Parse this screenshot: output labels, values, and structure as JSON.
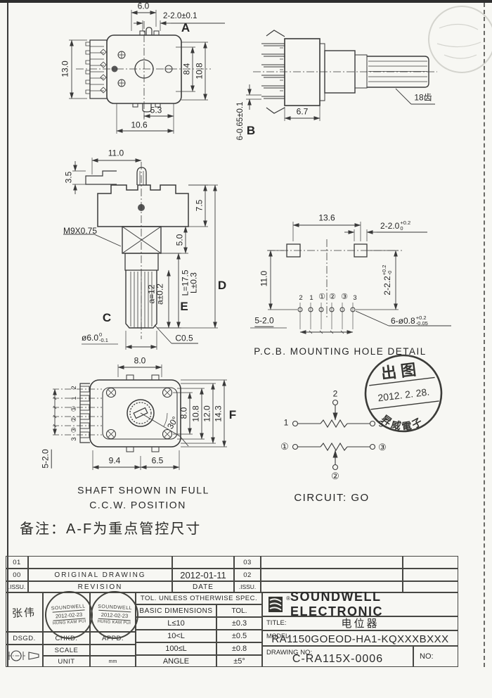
{
  "note": "备注：A-F为重点管控尺寸",
  "front_view": {
    "dim_top": "6.0",
    "dim_lugs": "2-2.0±0.1",
    "letter": "A",
    "dim_left": "13.0",
    "dim_r1": "8.4",
    "dim_r2": "10.8",
    "dim_b1": "5.3",
    "dim_b2": "10.6"
  },
  "side_view": {
    "dim_w": "6.7",
    "teeth": "18齿",
    "dim_pin": "6-0.65±0.1",
    "letter": "B"
  },
  "section_view": {
    "dim_top": "11.0",
    "dim_tab": "3.5",
    "dim_body": "7.5",
    "thread": "M9X0.75",
    "dim_bush": "5.0",
    "dim_L1": "L=17.5",
    "dim_L2": "L±0.3",
    "letter_d": "D",
    "dim_a1": "a=12",
    "dim_a2": "a±0.2",
    "letter_e": "E",
    "letter_c": "C",
    "shaft_main": "ø6.0",
    "shaft_sup": "0",
    "shaft_sub": "-0.1",
    "chamfer": "C0.5"
  },
  "pcb_view": {
    "dim_top": "13.6",
    "lug_main": "2-2.0",
    "lug_sup": "+0.2",
    "lug_sub": "0",
    "dim_left": "11.0",
    "lug2_main": "2-2.2",
    "lug2_sup": "+0.2",
    "lug2_sub": "-0",
    "pins": [
      "2",
      "1",
      "①",
      "②",
      "③",
      "3"
    ],
    "dim_pitch": "5-2.0",
    "hole_main": "6-ø0.8",
    "hole_sup": "+0.2",
    "hole_sub": "-0.05",
    "caption": "P.C.B. MOUNTING HOLE DETAIL"
  },
  "stamp": {
    "top": "出图",
    "date": "2012. 2. 28.",
    "company": "昇威電子"
  },
  "rear_view": {
    "dim_top": "8.0",
    "angle": "30°",
    "dim_r": [
      "8.0",
      "10.8",
      "12.0",
      "14.3"
    ],
    "letter": "F",
    "dim_b1": "9.4",
    "dim_b2": "6.5",
    "dim_pins": "5-2.0",
    "pins": [
      "2",
      "1",
      "①",
      "②",
      "③",
      "3"
    ],
    "caption1": "SHAFT SHOWN IN FULL",
    "caption2": "C.C.W. POSITION"
  },
  "circuit": {
    "top": {
      "t1": "1",
      "t2": "2",
      "t3": "3"
    },
    "bottom": {
      "t1": "①",
      "t2": "②",
      "t3": "③"
    },
    "caption": "CIRCUIT: GO"
  },
  "title_block": {
    "revisions": {
      "rows": [
        {
          "issu": "01",
          "desc": "",
          "date": "",
          "issu2": "03"
        },
        {
          "issu": "00",
          "desc": "ORIGINAL  DRAWING",
          "date": "2012-01-11",
          "issu2": "02"
        },
        {
          "issu": ".ISSU.",
          "desc": "REVISION",
          "date": "DATE",
          "issu2": ".ISSU."
        }
      ]
    },
    "designer": "张伟",
    "stamp_checked": {
      "l1": "SOUNDWELL",
      "l2": "2012-02-23",
      "l3": "HUNG KAM PUI"
    },
    "stamp_approved": {
      "l1": "SOUNDWELL",
      "l2": "2012-02-23",
      "l3": "HUNG KAM PUI"
    },
    "labels": {
      "dsgd": "DSGD.",
      "chkd": "CHKD.",
      "appd": "APPD.",
      "scale": "SCALE",
      "unit": "UNIT",
      "unit_value": "mm"
    },
    "tolerance": {
      "header": "TOL. UNLESS OTHERWISE SPEC.",
      "col1": "BASIC DIMENSIONS",
      "col2": "TOL.",
      "rows": [
        {
          "dim": "L≤10",
          "tol": "±0.3"
        },
        {
          "dim": "10<L",
          "tol": "±0.5"
        },
        {
          "dim": "100≤L",
          "tol": "±0.8"
        },
        {
          "dim": "ANGLE",
          "tol": "±5°"
        }
      ]
    },
    "company": "SOUNDWELL  ELECTRONIC",
    "reg": "®",
    "title_label": "TITLE:",
    "title_value": "电位器",
    "model_label": "MODEL:",
    "model_value": "RA1150GOEOD-HA1-KQXXXBXXX",
    "drawing_label": "DRAWING NO:",
    "drawing_value": "C-RA115X-0006",
    "no_label": "NO:"
  }
}
